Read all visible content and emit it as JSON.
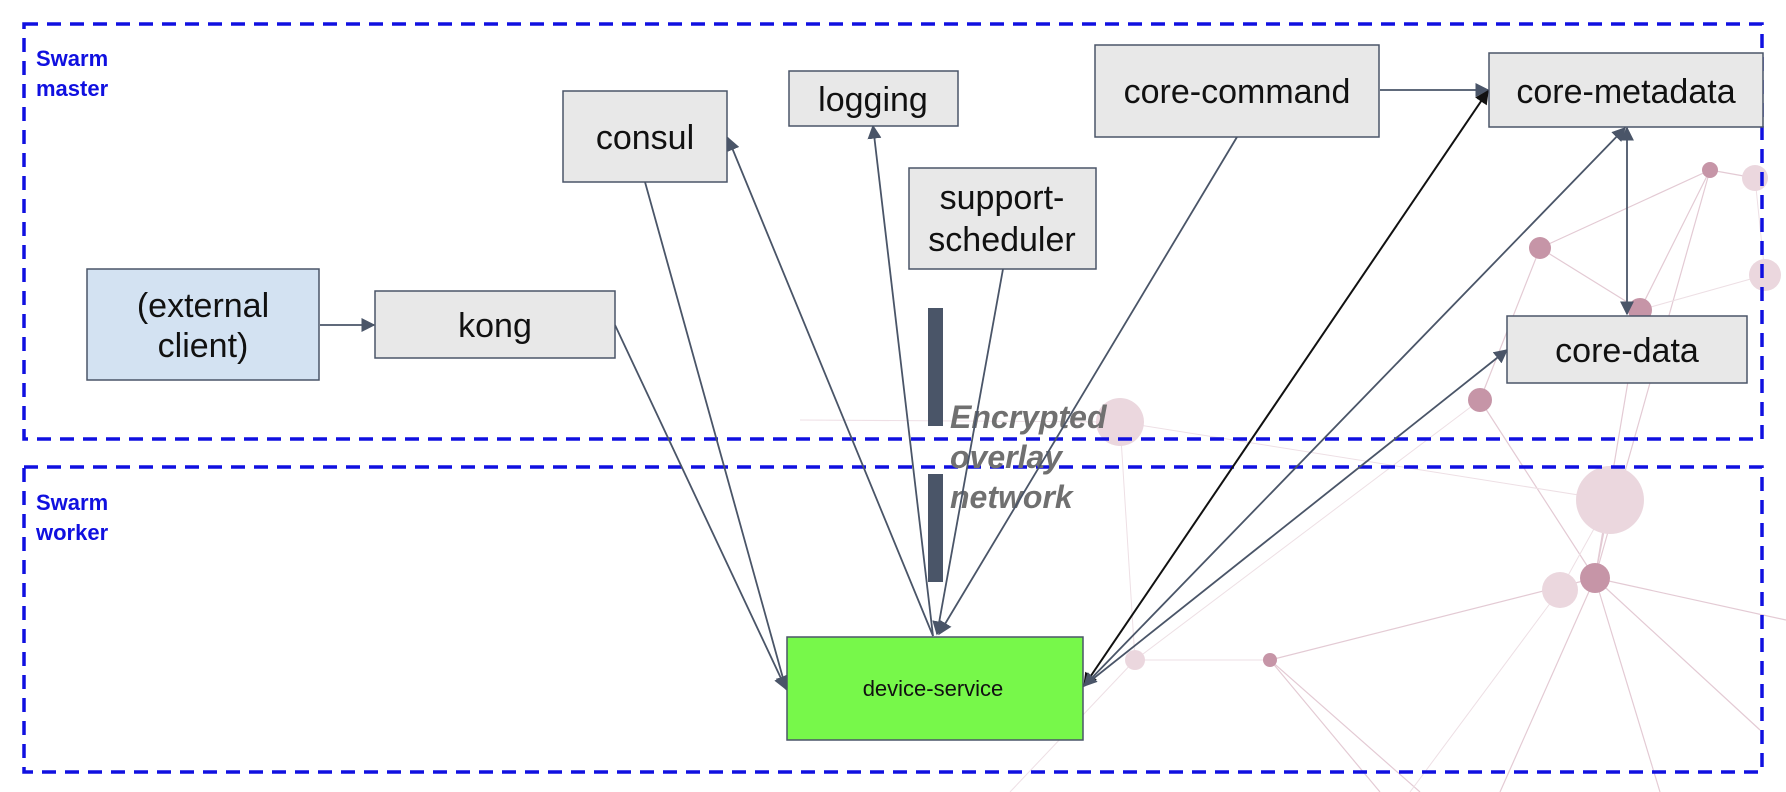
{
  "zones": {
    "master": {
      "line1": "Swarm",
      "line2": "master"
    },
    "worker": {
      "line1": "Swarm",
      "line2": "worker"
    }
  },
  "nodes": {
    "external_client": {
      "line1": "(external",
      "line2": "client)"
    },
    "kong": {
      "label": "kong"
    },
    "consul": {
      "label": "consul"
    },
    "logging": {
      "label": "logging"
    },
    "support_scheduler": {
      "line1": "support-",
      "line2": "scheduler"
    },
    "core_command": {
      "label": "core-command"
    },
    "core_metadata": {
      "label": "core-metadata"
    },
    "core_data": {
      "label": "core-data"
    },
    "device_service": {
      "label": "device-service"
    }
  },
  "overlay": {
    "line1": "Encrypted",
    "line2": "overlay",
    "line3": "network"
  },
  "colors": {
    "zone_border": "#1010e0",
    "node_fill": "#e8e8e8",
    "external_fill": "#d3e2f2",
    "device_fill": "#77f84a",
    "edge": "#4a5568",
    "network_web": "#c08a9e"
  }
}
